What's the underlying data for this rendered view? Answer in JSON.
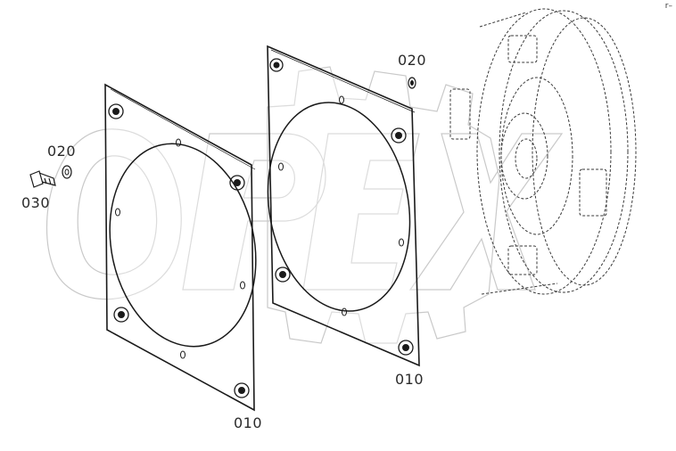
{
  "callouts": {
    "washer_top": "020",
    "washer_left": "020",
    "bolt": "030",
    "gasket_front": "010",
    "gasket_rear": "010"
  },
  "watermark": {
    "text": "OPEX",
    "color": "#cccccc"
  },
  "corner_mark": "r–",
  "colors": {
    "line": "#1a1a1a",
    "dashed": "#333333",
    "background": "#ffffff"
  }
}
